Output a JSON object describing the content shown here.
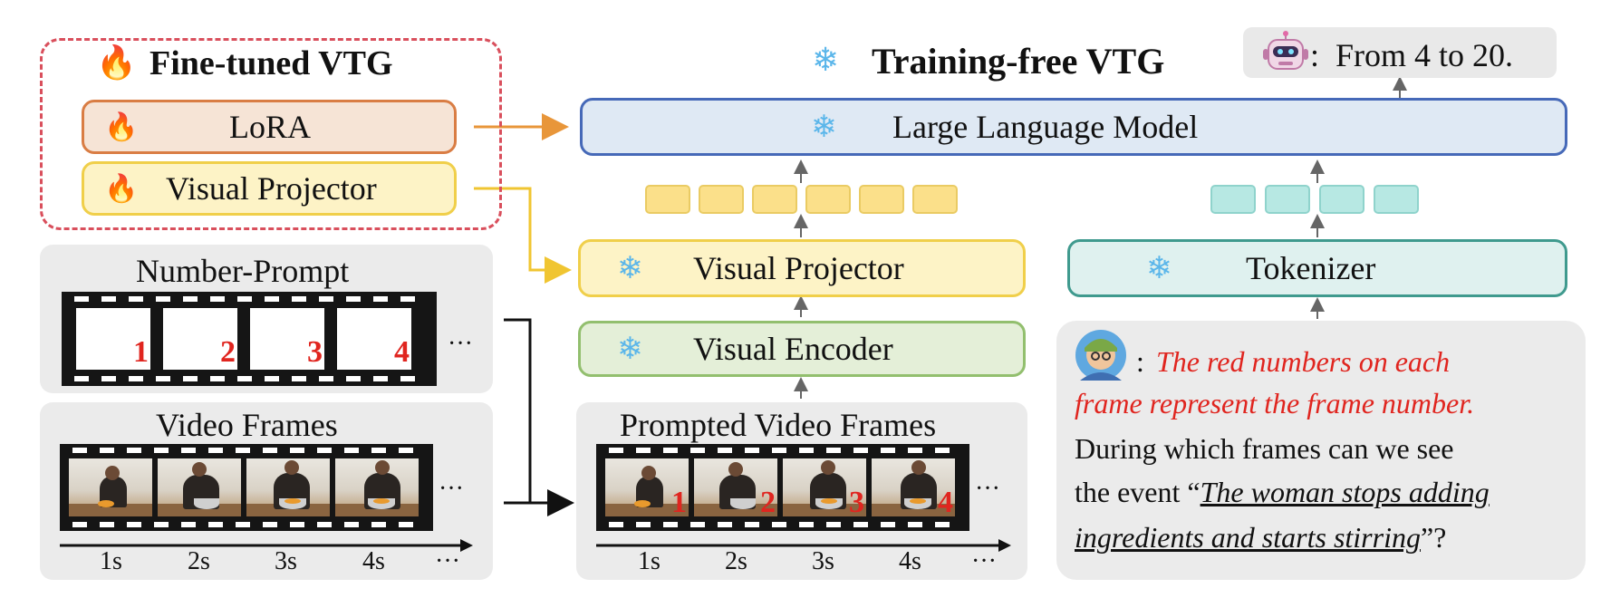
{
  "finetuned": {
    "title": "Fine-tuned VTG",
    "lora_label": "LoRA",
    "projector_label": "Visual Projector"
  },
  "training_free": {
    "title": "Training-free VTG",
    "llm_label": "Large Language Model",
    "projector_label": "Visual Projector",
    "encoder_label": "Visual Encoder",
    "tokenizer_label": "Tokenizer",
    "prompted_frames_label": "Prompted Video Frames"
  },
  "output": {
    "separator": ":",
    "answer": "From 4 to 20."
  },
  "number_prompt": {
    "title": "Number-Prompt",
    "numbers": [
      "1",
      "2",
      "3",
      "4"
    ]
  },
  "video_frames": {
    "title": "Video Frames"
  },
  "timeline": {
    "ticks": [
      "1s",
      "2s",
      "3s",
      "4s"
    ],
    "ellipsis": "···"
  },
  "query": {
    "separator": ":",
    "prompt_line1": "The red numbers on each",
    "prompt_line2": "frame represent the frame number.",
    "question_line1": "During which frames can we see",
    "question_line2_prefix": "the event “",
    "event_line1": "The woman stops adding",
    "event_line2": "ingredients and starts stirring",
    "question_suffix": "”?"
  },
  "colors": {
    "lora_fill": "#f6e4d6",
    "lora_border": "#d97d44",
    "projector_fill": "#fdf3c6",
    "projector_border": "#f0cf4a",
    "llm_fill": "#dfe9f4",
    "llm_border": "#4669b8",
    "encoder_fill": "#e4efd8",
    "encoder_border": "#92bf6e",
    "tokenizer_fill": "#dff1ef",
    "tokenizer_border": "#3f9a8e",
    "dashed_border": "#d94f5c",
    "prompt_red": "#e0251f",
    "arrow_orange": "#e8963a",
    "arrow_yellow": "#f0c531"
  },
  "icons": {
    "fire": "fire-icon",
    "snowflake": "snowflake-icon",
    "robot": "robot-icon",
    "user": "user-avatar-icon"
  }
}
